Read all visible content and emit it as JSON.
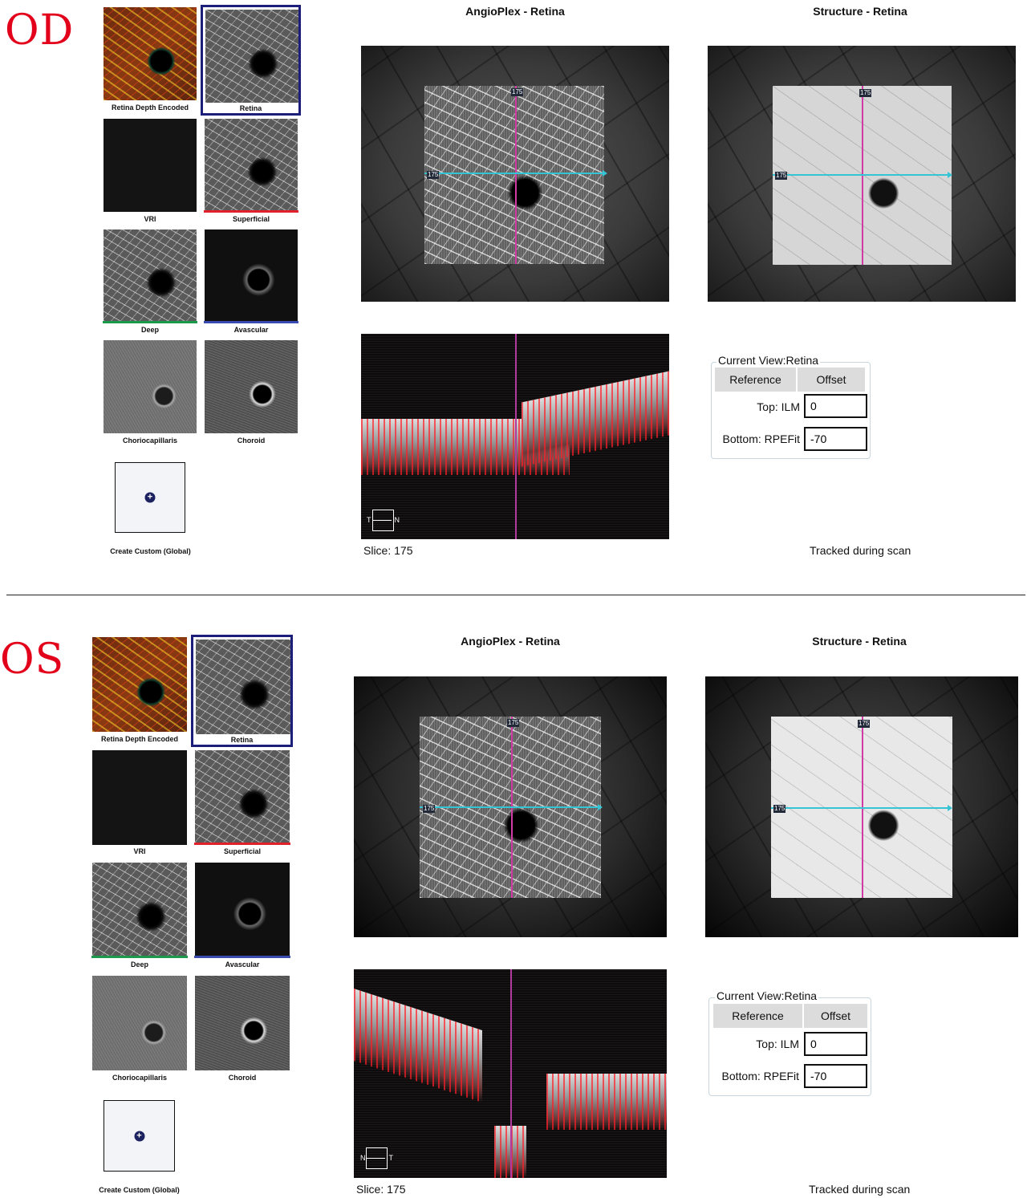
{
  "sections": {
    "od": {
      "eye_label": "OD",
      "thumbnails": [
        {
          "label": "Retina Depth Encoded"
        },
        {
          "label": "Retina",
          "selected": true
        },
        {
          "label": "VRI"
        },
        {
          "label": "Superficial",
          "underline_color": "#e0202a"
        },
        {
          "label": "Deep",
          "underline_color": "#1a9a4a"
        },
        {
          "label": "Avascular",
          "underline_color": "#3a4bb0"
        },
        {
          "label": "Choriocapillaris"
        },
        {
          "label": "Choroid"
        }
      ],
      "create_custom_label": "Create Custom (Global)",
      "angio_title": "AngioPlex - Retina",
      "structure_title": "Structure - Retina",
      "angio_marker_h": "175",
      "angio_marker_v": "175",
      "structure_marker_h": "175",
      "structure_marker_v": "175",
      "orientation": {
        "left": "T",
        "right": "N"
      },
      "slice_text": "Slice: 175",
      "tracking_text": "Tracked during scan",
      "current_view": {
        "legend": "Current View:Retina",
        "header_reference": "Reference",
        "header_offset": "Offset",
        "top_label": "Top: ILM",
        "top_value": "0",
        "bottom_label": "Bottom: RPEFit",
        "bottom_value": "-70"
      }
    },
    "os": {
      "eye_label": "OS",
      "thumbnails": [
        {
          "label": "Retina Depth Encoded"
        },
        {
          "label": "Retina",
          "selected": true
        },
        {
          "label": "VRI"
        },
        {
          "label": "Superficial",
          "underline_color": "#e0202a"
        },
        {
          "label": "Deep",
          "underline_color": "#1a9a4a"
        },
        {
          "label": "Avascular",
          "underline_color": "#3a4bb0"
        },
        {
          "label": "Choriocapillaris"
        },
        {
          "label": "Choroid"
        }
      ],
      "create_custom_label": "Create Custom (Global)",
      "angio_title": "AngioPlex - Retina",
      "structure_title": "Structure - Retina",
      "angio_marker_h": "175",
      "angio_marker_v": "175",
      "structure_marker_h": "175",
      "structure_marker_v": "175",
      "orientation": {
        "left": "N",
        "right": "T"
      },
      "slice_text": "Slice: 175",
      "tracking_text": "Tracked during scan",
      "current_view": {
        "legend": "Current View:Retina",
        "header_reference": "Reference",
        "header_offset": "Offset",
        "top_label": "Top: ILM",
        "top_value": "0",
        "bottom_label": "Bottom: RPEFit",
        "bottom_value": "-70"
      }
    }
  },
  "colors": {
    "eye_label": "#e3001b",
    "selected_border": "#1b1f7a",
    "vertical_scan_line": "#d23aa6",
    "horizontal_scan_line": "#35c4d4"
  }
}
